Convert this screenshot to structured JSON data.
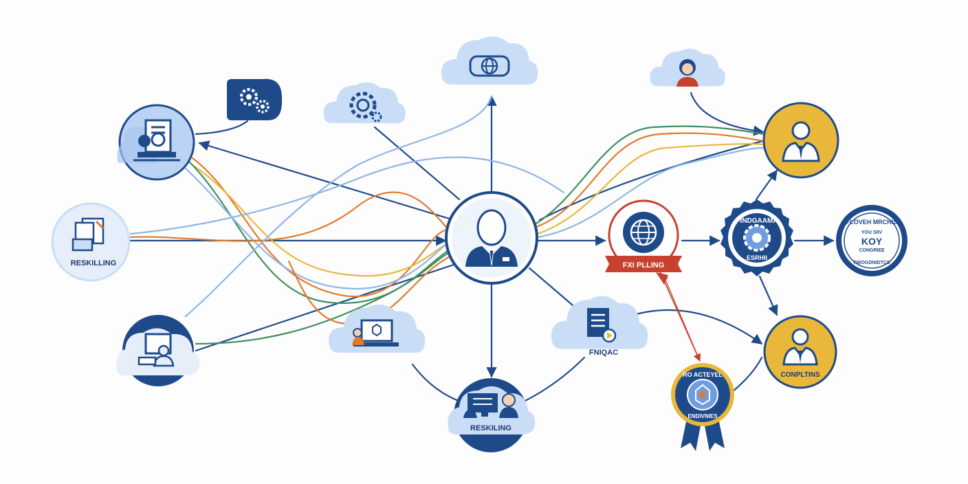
{
  "colors": {
    "navy": "#1f4a8a",
    "cloud": "#c9ddf6",
    "cloud_dark": "#a8c6ee",
    "orange": "#e07a2c",
    "gold": "#e9b83a",
    "green": "#3f8f5a",
    "sky": "#8fb6e6",
    "red": "#c8402e"
  },
  "nodes": {
    "reskilling_left": {
      "label": "RESKILLING",
      "icon": "documents-icon"
    },
    "reskilling_bottom": {
      "label": "RESKILING",
      "icon": "video-call-icon"
    },
    "doc_cloud": {
      "label": "FNIQAC",
      "icon": "document-play-icon"
    },
    "ribbon": {
      "label": "FXI PLLING",
      "icon": "globe-icon"
    },
    "gear_seal": {
      "top": "FINDGAAMA",
      "bottom": "ESRHII",
      "icon": "gear-icon"
    },
    "blue_seal": {
      "top": "FLOVEH MRCHIS",
      "mid1": "YOU SIIV",
      "mid2": "KOY",
      "mid3": "CONGRIEE",
      "bottom": "FWOGDNIDTCS",
      "icon": "seal-icon"
    },
    "gold_person_bottom": {
      "label": "CONPLTINS",
      "icon": "person-tie-icon"
    },
    "award": {
      "top": "RO ACTEYEL",
      "bottom": "ENDIVNIES",
      "icon": "award-ribbon-icon"
    }
  }
}
